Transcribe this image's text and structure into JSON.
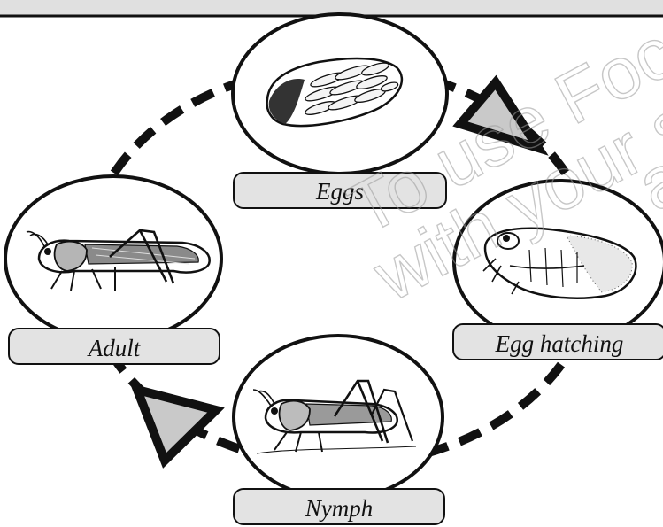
{
  "stages": {
    "eggs": {
      "label": "Eggs"
    },
    "hatching": {
      "label": "Egg hatching"
    },
    "nymph": {
      "label": "Nymph"
    },
    "adult": {
      "label": "Adult"
    }
  },
  "watermark": {
    "line1": "To use Focus",
    "line2": "with your stu",
    "line3": "a"
  },
  "colors": {
    "outline": "#111111",
    "label_fill": "#e3e3e3",
    "header_fill": "#e0e0e0",
    "arrow_fill": "#c9c9c9",
    "watermark": "#9a9a9a"
  },
  "icons": [
    "egg-pod-icon",
    "hatching-nymph-icon",
    "nymph-grasshopper-icon",
    "adult-grasshopper-icon",
    "cycle-arrow-icon"
  ]
}
